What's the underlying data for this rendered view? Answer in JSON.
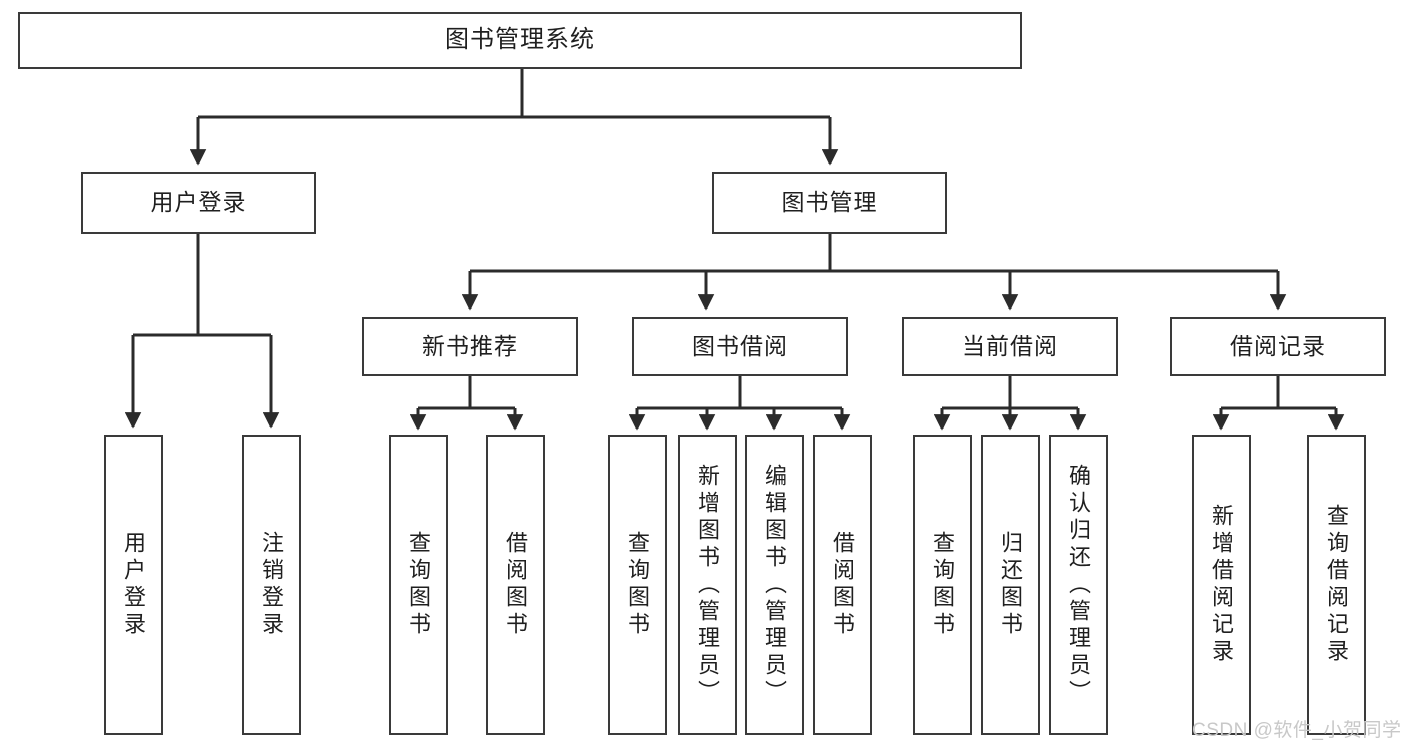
{
  "diagram": {
    "title": "图书管理系统",
    "type": "tree-hierarchy-diagram",
    "background_color": "#ffffff",
    "node_border_color": "#3a3a3a",
    "edge_color": "#2b2b2b",
    "watermark": "CSDN @软件_小贺同学",
    "watermark_color": "#c8c8c8"
  },
  "nodes": {
    "root": {
      "label": "图书管理系统"
    },
    "level2": [
      {
        "id": "user-login",
        "label": "用户登录"
      },
      {
        "id": "book-manage",
        "label": "图书管理"
      }
    ],
    "level3": [
      {
        "id": "new-book-recommend",
        "label": "新书推荐"
      },
      {
        "id": "book-borrow",
        "label": "图书借阅"
      },
      {
        "id": "current-borrow",
        "label": "当前借阅"
      },
      {
        "id": "borrow-record",
        "label": "借阅记录"
      }
    ],
    "leaves": {
      "user-login": [
        {
          "id": "leaf-user-login",
          "label": "用户登录"
        },
        {
          "id": "leaf-logout-login",
          "label": "注销登录"
        }
      ],
      "new-book-recommend": [
        {
          "id": "leaf-query-book-1",
          "label": "查询图书"
        },
        {
          "id": "leaf-borrow-book-1",
          "label": "借阅图书"
        }
      ],
      "book-borrow": [
        {
          "id": "leaf-query-book-2",
          "label": "查询图书"
        },
        {
          "id": "leaf-add-book",
          "label": "新增图书（管理员）"
        },
        {
          "id": "leaf-edit-book",
          "label": "编辑图书（管理员）"
        },
        {
          "id": "leaf-borrow-book-2",
          "label": "借阅图书"
        }
      ],
      "current-borrow": [
        {
          "id": "leaf-query-book-3",
          "label": "查询图书"
        },
        {
          "id": "leaf-return-book",
          "label": "归还图书"
        },
        {
          "id": "leaf-confirm-return",
          "label": "确认归还（管理员）"
        }
      ],
      "borrow-record": [
        {
          "id": "leaf-add-record",
          "label": "新增借阅记录"
        },
        {
          "id": "leaf-query-record",
          "label": "查询借阅记录"
        }
      ]
    }
  }
}
